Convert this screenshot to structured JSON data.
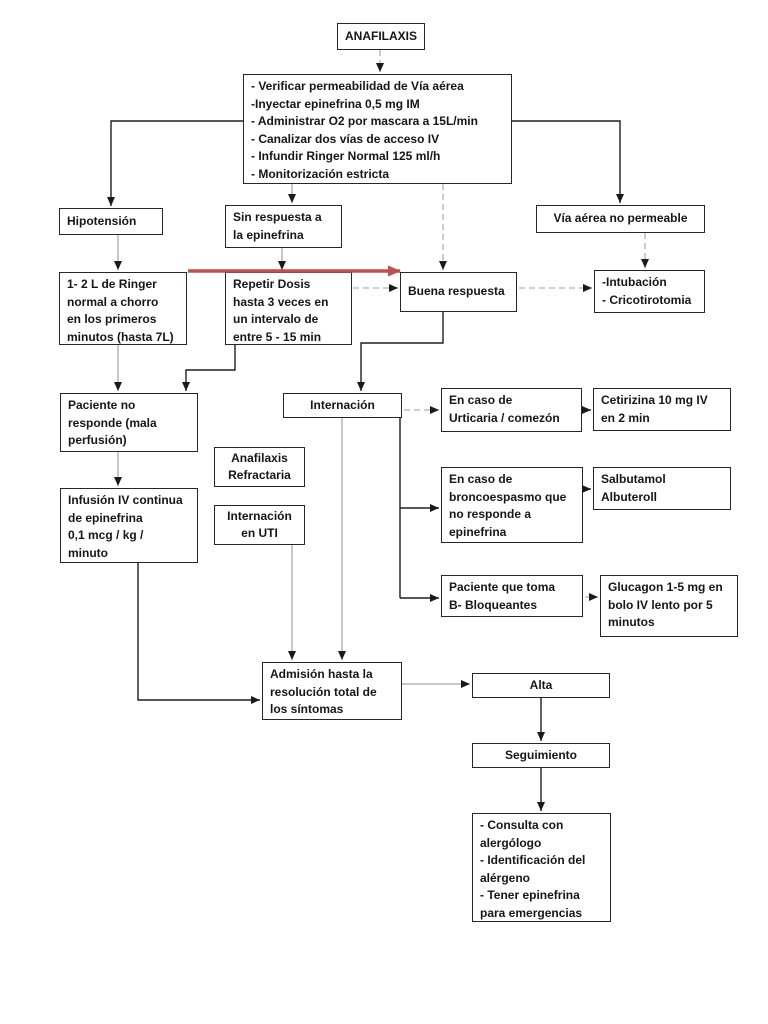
{
  "diagram_title": "ANAFILAXIS",
  "colors": {
    "box_border": "#262626",
    "text": "#161616",
    "connector_black": "#1f1f1f",
    "connector_gray": "#a9a9a9",
    "highlight_arrow_red": "#c0504d",
    "background": "#ffffff"
  },
  "nodes": {
    "anafilaxis": {
      "label": "ANAFILAXIS"
    },
    "initial_actions": {
      "label": "- Verificar permeabilidad de Vía aérea\n-Inyectar epinefrina 0,5 mg IM\n- Administrar O2 por mascara a 15L/min\n- Canalizar dos vías de acceso IV\n- Infundir Ringer Normal 125 ml/h\n- Monitorización estricta"
    },
    "hipotension": {
      "label": "Hipotensión"
    },
    "sin_respuesta": {
      "label": "Sin respuesta a\nla epinefrina"
    },
    "via_aerea": {
      "label": "Vía aérea no permeable"
    },
    "ringer": {
      "label": "1- 2 L de Ringer\nnormal a chorro\nen los primeros\nminutos (hasta 7L)"
    },
    "repetir_dosis": {
      "label": "Repetir Dosis\nhasta 3 veces en\nun intervalo de\nentre 5 - 15 min"
    },
    "buena_respuesta": {
      "label": "Buena respuesta"
    },
    "intubacion": {
      "label": "-Intubación\n- Cricotirotomia"
    },
    "paciente_no_responde": {
      "label": "Paciente no\nresponde (mala\nperfusión)"
    },
    "internacion": {
      "label": "Internación"
    },
    "urticaria": {
      "label": "En caso de\nUrticaria / comezón"
    },
    "cetirizina": {
      "label": "Cetirizina 10 mg IV\nen 2 min"
    },
    "anafilaxis_refractaria": {
      "label": "Anafilaxis\nRefractaria"
    },
    "broncoespasmo": {
      "label": "En caso de\nbroncoespasmo que\nno responde a\nepinefrina"
    },
    "salbutamol": {
      "label": "Salbutamol\nAlbuteroll"
    },
    "internacion_uti": {
      "label": "Internación\nen UTI"
    },
    "infusion": {
      "label": "Infusión  IV continua\nde epinefrina\n0,1 mcg / kg /\nminuto"
    },
    "b_bloqueantes": {
      "label": "Paciente que toma\nB- Bloqueantes"
    },
    "glucagon": {
      "label": "Glucagon 1-5 mg en\nbolo IV lento por 5\nminutos"
    },
    "admision": {
      "label": "Admisión hasta la\nresolución total de\nlos síntomas"
    },
    "alta": {
      "label": "Alta"
    },
    "seguimiento": {
      "label": "Seguimiento"
    },
    "consulta": {
      "label": "- Consulta con\nalergólogo\n- Identificación del\nalérgeno\n- Tener epinefrina\npara emergencias"
    }
  }
}
